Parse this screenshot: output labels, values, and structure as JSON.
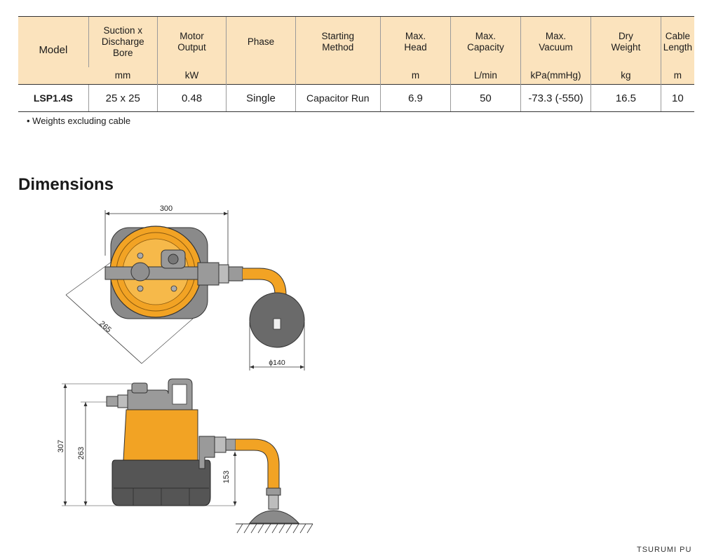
{
  "table": {
    "headers": [
      {
        "label": "Model",
        "unit": ""
      },
      {
        "label": "Suction x\nDischarge\nBore",
        "unit": "mm"
      },
      {
        "label": "Motor\nOutput",
        "unit": "kW"
      },
      {
        "label": "Phase",
        "unit": ""
      },
      {
        "label": "Starting\nMethod",
        "unit": ""
      },
      {
        "label": "Max.\nHead",
        "unit": "m"
      },
      {
        "label": "Max.\nCapacity",
        "unit": "L/min"
      },
      {
        "label": "Max.\nVacuum",
        "unit": "kPa(mmHg)"
      },
      {
        "label": "Dry\nWeight",
        "unit": "kg"
      },
      {
        "label": "Cable\nLength",
        "unit": "m"
      }
    ],
    "row": [
      "LSP1.4S",
      "25 x 25",
      "0.48",
      "Single",
      "Capacitor Run",
      "6.9",
      "50",
      "-73.3 (-550)",
      "16.5",
      "10"
    ]
  },
  "note": "• Weights excluding cable",
  "section_title": "Dimensions",
  "dimensions": {
    "top_width": "300",
    "diagonal": "265",
    "float_diameter": "ϕ140",
    "height_total": "307",
    "height_discharge": "263",
    "height_outlet": "153"
  },
  "footer": "TSURUMI PU",
  "colors": {
    "header_bg": "#fbe3bd",
    "pump_orange": "#f2a324",
    "pump_dark": "#4a4a4a"
  }
}
